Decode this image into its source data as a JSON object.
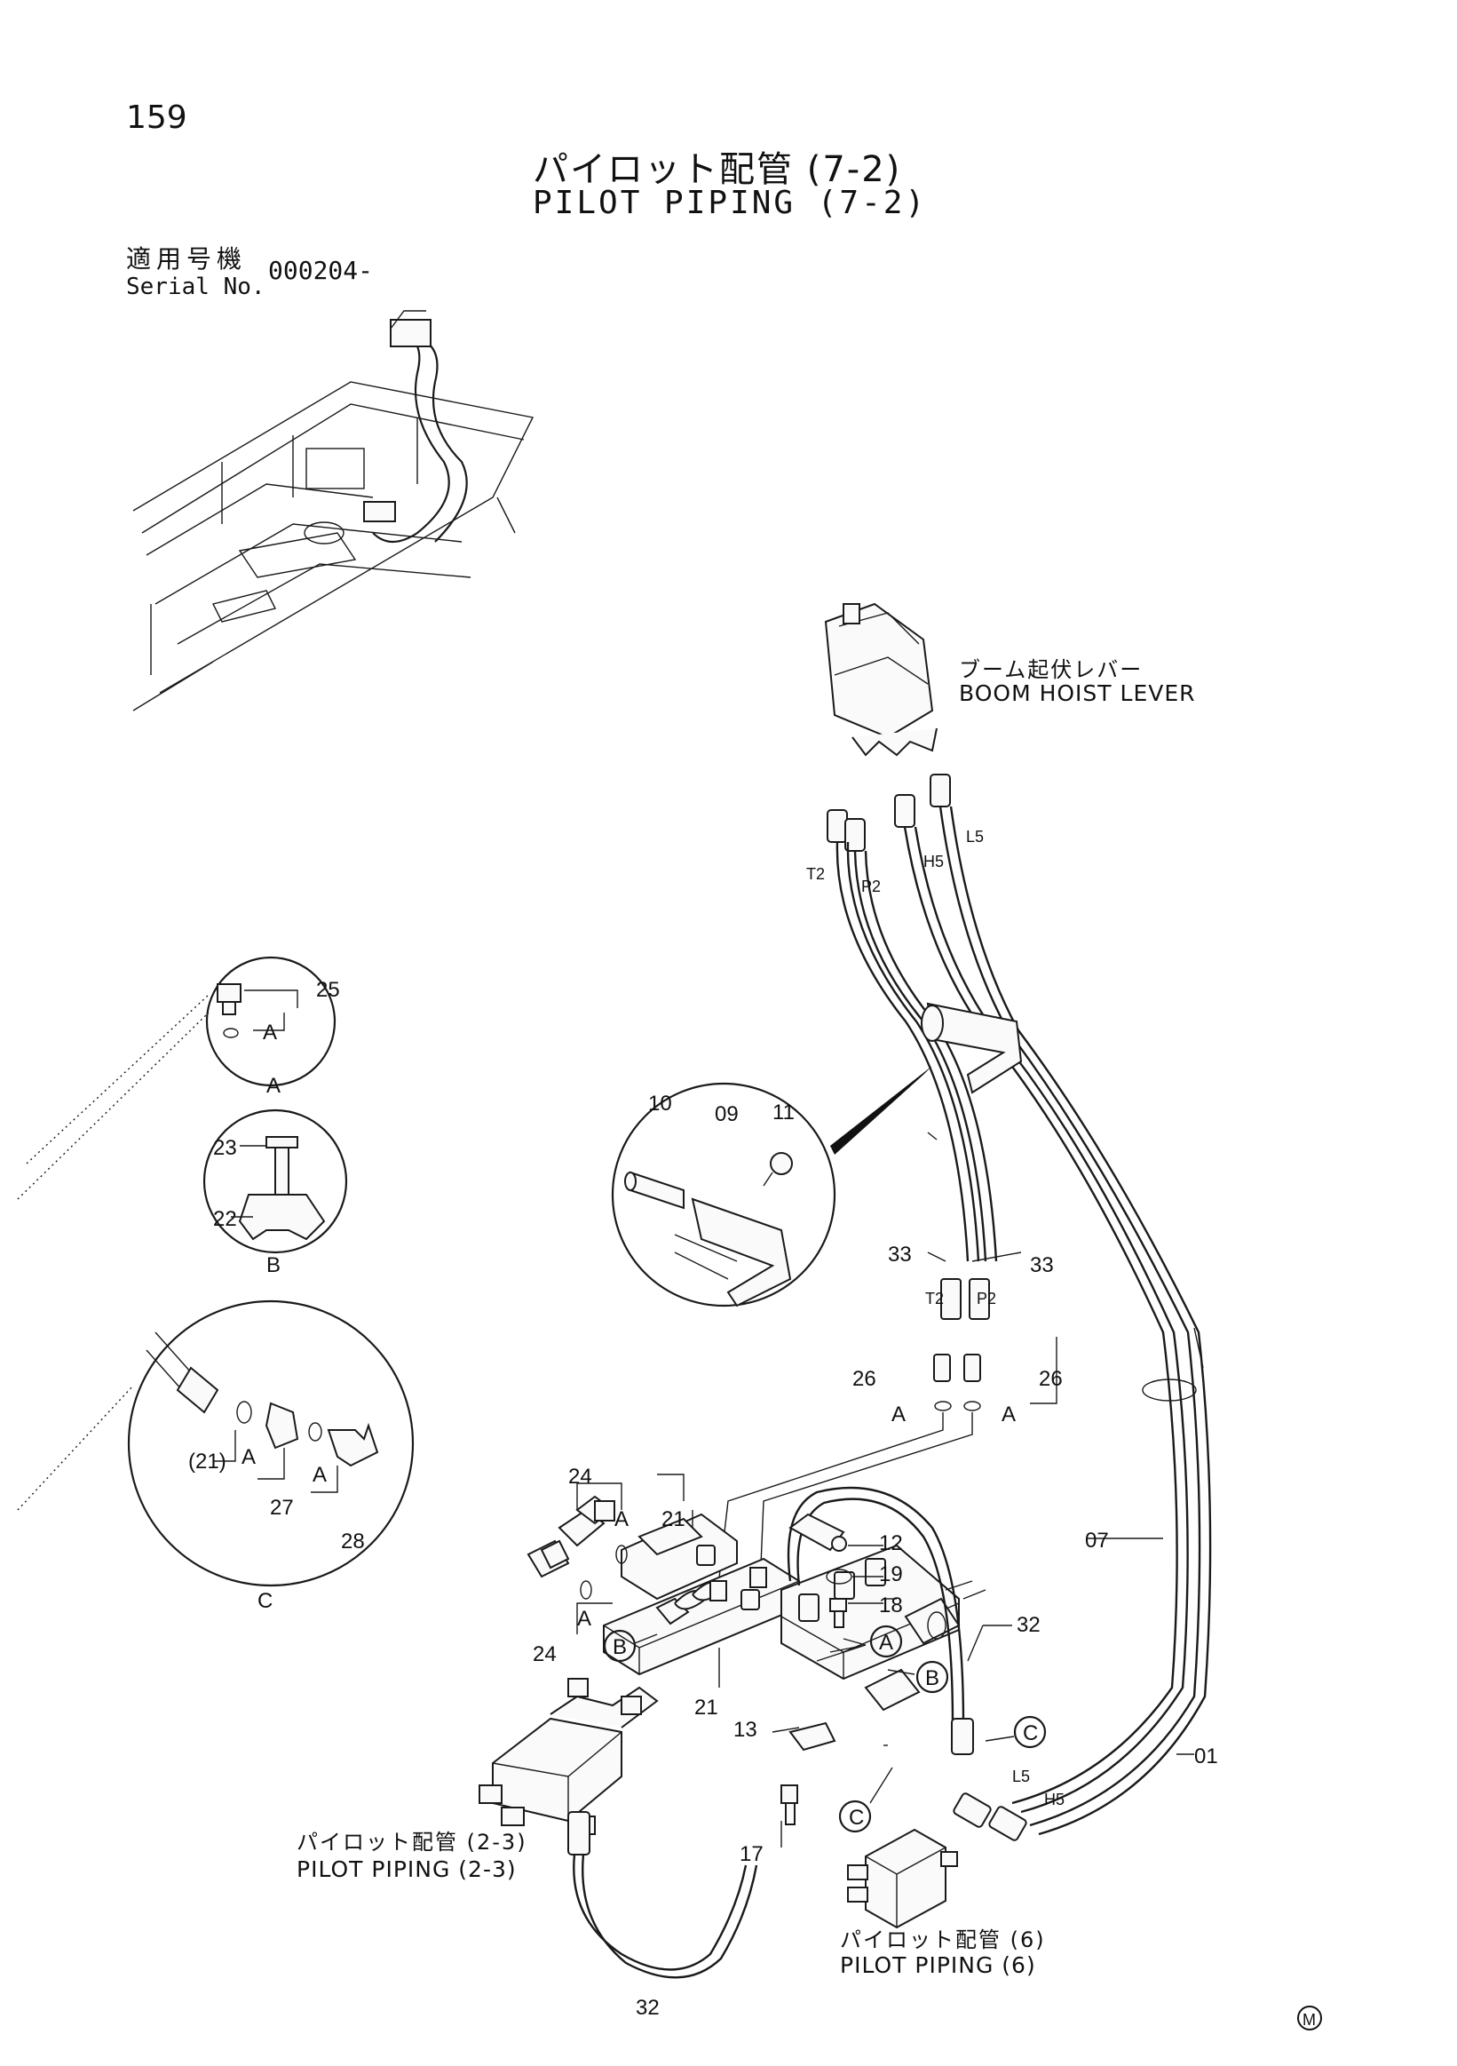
{
  "page_number": "159",
  "title_jp": "パイロット配管 (7-2)",
  "title_en": "PILOT PIPING (7-2)",
  "serial": {
    "label_jp": "適用号機",
    "label_en": "Serial No.",
    "value": "000204-"
  },
  "labels": {
    "boom_hoist_jp": "ブーム起伏レバー",
    "boom_hoist_en": "BOOM HOIST LEVER",
    "pilot_2_3_jp": "パイロット配管 (2-3)",
    "pilot_2_3_en": "PILOT PIPING (2-3)",
    "pilot_6_jp": "パイロット配管 (6)",
    "pilot_6_en": "PILOT PIPING (6)"
  },
  "port_tags": {
    "t2": "T2",
    "p2": "P2",
    "h5": "H5",
    "l5": "L5"
  },
  "part_numbers": {
    "p01": "01",
    "p07": "07",
    "p09": "09",
    "p10": "10",
    "p11": "11",
    "p12": "12",
    "p13": "13",
    "p17": "17",
    "p18": "18",
    "p19": "19",
    "p21": "21",
    "p21_paren": "(21)",
    "p22": "22",
    "p23": "23",
    "p24": "24",
    "p25": "25",
    "p26": "26",
    "p27": "27",
    "p28": "28",
    "p32": "32",
    "p33": "33"
  },
  "view_refs": {
    "a": "A",
    "b": "B",
    "c": "C"
  },
  "maker_mark": "M"
}
